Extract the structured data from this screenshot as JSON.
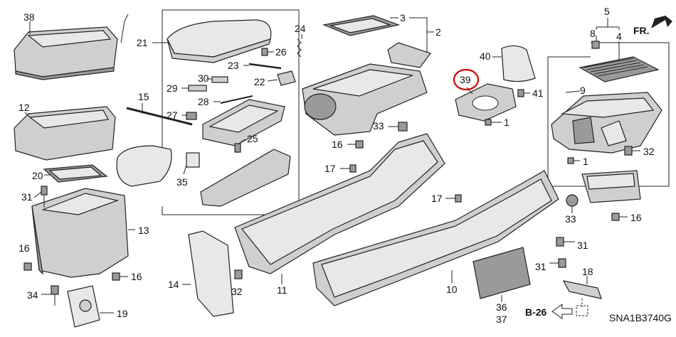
{
  "callouts": {
    "p1a": "1",
    "p1b": "1",
    "p2": "2",
    "p3": "3",
    "p4": "4",
    "p5": "5",
    "p8": "8",
    "p9": "9",
    "p10": "10",
    "p11": "11",
    "p12": "12",
    "p13": "13",
    "p14": "14",
    "p15": "15",
    "p16a": "16",
    "p16b": "16",
    "p16c": "16",
    "p16d": "16",
    "p17a": "17",
    "p17b": "17",
    "p18": "18",
    "p19": "19",
    "p20": "20",
    "p21": "21",
    "p22": "22",
    "p23": "23",
    "p24": "24",
    "p25": "25",
    "p26": "26",
    "p27": "27",
    "p28": "28",
    "p29": "29",
    "p30": "30",
    "p31a": "31",
    "p31b": "31",
    "p31c": "31",
    "p32a": "32",
    "p32b": "32",
    "p33a": "33",
    "p33b": "33",
    "p34": "34",
    "p35": "35",
    "p36": "36",
    "p37": "37",
    "p38": "38",
    "p39": "39",
    "p40": "40",
    "p41": "41"
  },
  "front_indicator": "FR.",
  "ref_code": "B-26",
  "diagram_code": "SNA1B3740G",
  "highlight_color": "#d40000"
}
